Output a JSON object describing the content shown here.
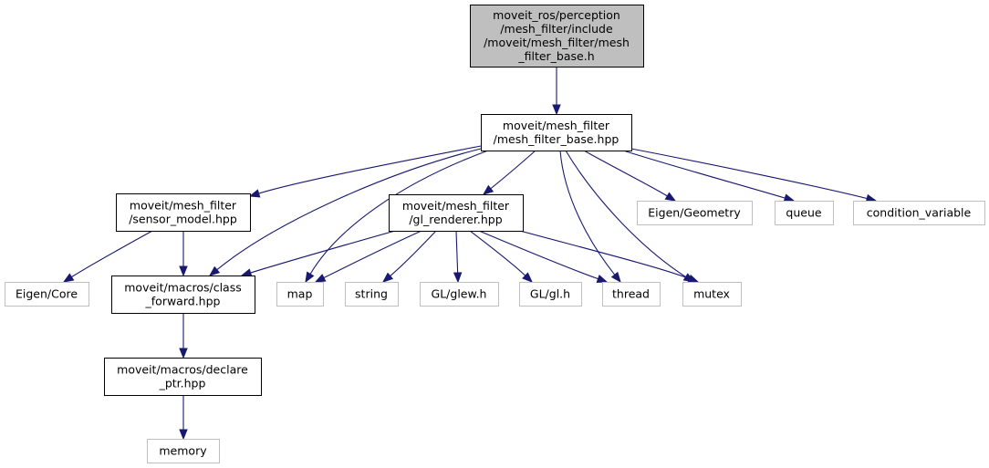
{
  "diagram": {
    "type": "include-dependency-graph",
    "colors": {
      "root_fill": "#bfbfbf",
      "root_border": "#000000",
      "documented_fill": "#ffffff",
      "documented_border": "#000000",
      "external_fill": "#ffffff",
      "external_border": "#bfbfbf",
      "edge": "#191970"
    },
    "nodes": [
      {
        "id": "root",
        "kind": "root",
        "lines": [
          "moveit_ros/perception",
          "/mesh_filter/include",
          "/moveit/mesh_filter/mesh",
          "_filter_base.h"
        ]
      },
      {
        "id": "mesh_filter_base_hpp",
        "kind": "documented",
        "lines": [
          "moveit/mesh_filter",
          "/mesh_filter_base.hpp"
        ]
      },
      {
        "id": "sensor_model_hpp",
        "kind": "documented",
        "lines": [
          "moveit/mesh_filter",
          "/sensor_model.hpp"
        ]
      },
      {
        "id": "gl_renderer_hpp",
        "kind": "documented",
        "lines": [
          "moveit/mesh_filter",
          "/gl_renderer.hpp"
        ]
      },
      {
        "id": "eigen_geometry",
        "kind": "external",
        "lines": [
          "Eigen/Geometry"
        ]
      },
      {
        "id": "queue",
        "kind": "external",
        "lines": [
          "queue"
        ]
      },
      {
        "id": "condition_variable",
        "kind": "external",
        "lines": [
          "condition_variable"
        ]
      },
      {
        "id": "eigen_core",
        "kind": "external",
        "lines": [
          "Eigen/Core"
        ]
      },
      {
        "id": "class_forward_hpp",
        "kind": "documented",
        "lines": [
          "moveit/macros/class",
          "_forward.hpp"
        ]
      },
      {
        "id": "map",
        "kind": "external",
        "lines": [
          "map"
        ]
      },
      {
        "id": "string",
        "kind": "external",
        "lines": [
          "string"
        ]
      },
      {
        "id": "gl_glew_h",
        "kind": "external",
        "lines": [
          "GL/glew.h"
        ]
      },
      {
        "id": "gl_gl_h",
        "kind": "external",
        "lines": [
          "GL/gl.h"
        ]
      },
      {
        "id": "thread",
        "kind": "external",
        "lines": [
          "thread"
        ]
      },
      {
        "id": "mutex",
        "kind": "external",
        "lines": [
          "mutex"
        ]
      },
      {
        "id": "declare_ptr_hpp",
        "kind": "documented",
        "lines": [
          "moveit/macros/declare",
          "_ptr.hpp"
        ]
      },
      {
        "id": "memory",
        "kind": "external",
        "lines": [
          "memory"
        ]
      }
    ],
    "edges": [
      {
        "from": "root",
        "to": "mesh_filter_base_hpp"
      },
      {
        "from": "mesh_filter_base_hpp",
        "to": "sensor_model_hpp"
      },
      {
        "from": "mesh_filter_base_hpp",
        "to": "class_forward_hpp"
      },
      {
        "from": "mesh_filter_base_hpp",
        "to": "map"
      },
      {
        "from": "mesh_filter_base_hpp",
        "to": "gl_renderer_hpp"
      },
      {
        "from": "mesh_filter_base_hpp",
        "to": "thread"
      },
      {
        "from": "mesh_filter_base_hpp",
        "to": "mutex"
      },
      {
        "from": "mesh_filter_base_hpp",
        "to": "eigen_geometry"
      },
      {
        "from": "mesh_filter_base_hpp",
        "to": "queue"
      },
      {
        "from": "mesh_filter_base_hpp",
        "to": "condition_variable"
      },
      {
        "from": "sensor_model_hpp",
        "to": "eigen_core"
      },
      {
        "from": "sensor_model_hpp",
        "to": "class_forward_hpp"
      },
      {
        "from": "gl_renderer_hpp",
        "to": "class_forward_hpp"
      },
      {
        "from": "gl_renderer_hpp",
        "to": "map"
      },
      {
        "from": "gl_renderer_hpp",
        "to": "string"
      },
      {
        "from": "gl_renderer_hpp",
        "to": "gl_glew_h"
      },
      {
        "from": "gl_renderer_hpp",
        "to": "gl_gl_h"
      },
      {
        "from": "gl_renderer_hpp",
        "to": "thread"
      },
      {
        "from": "gl_renderer_hpp",
        "to": "mutex"
      },
      {
        "from": "class_forward_hpp",
        "to": "declare_ptr_hpp"
      },
      {
        "from": "declare_ptr_hpp",
        "to": "memory"
      }
    ]
  }
}
